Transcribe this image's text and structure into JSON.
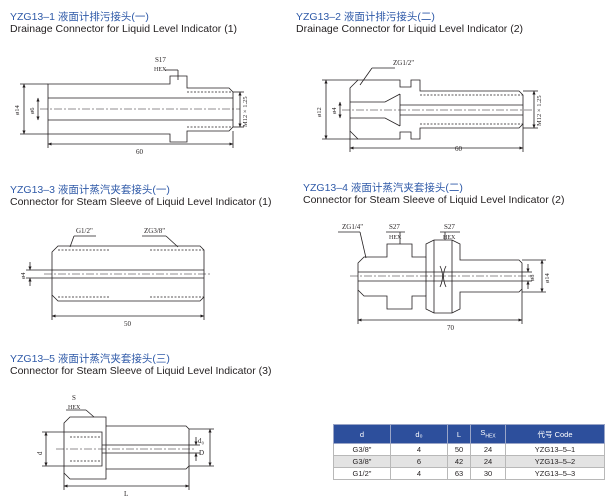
{
  "sections": [
    {
      "title": "YZG13–1 液面计排污接头(一)",
      "subtitle": "Drainage Connector for Liquid Level Indicator (1)"
    },
    {
      "title": "YZG13–2 液面计排污接头(二)",
      "subtitle": "Drainage Connector for Liquid Level Indicator (2)"
    },
    {
      "title": "YZG13–3 液面计蒸汽夹套接头(一)",
      "subtitle": "Connector for Steam Sleeve of Liquid Level Indicator (1)"
    },
    {
      "title": "YZG13–4 液面计蒸汽夹套接头(二)",
      "subtitle": "Connector for Steam Sleeve of Liquid Level Indicator (2)"
    },
    {
      "title": "YZG13–5 液面计蒸汽夹套接头(三)",
      "subtitle": "Connector for Steam Sleeve of Liquid Level Indicator (3)"
    }
  ],
  "drawing1": {
    "hex": "S17",
    "hex_word": "HEX",
    "outer_dia": "ø14",
    "inner_dia": "ø6",
    "thread": "M12 × 1.25",
    "length": "60"
  },
  "drawing2": {
    "pipe_thread": "ZG1/2\"",
    "outer_dia": "ø12",
    "inner_dia": "ø4",
    "thread": "M12 × 1.25",
    "length": "60"
  },
  "drawing3": {
    "thread_left": "G1/2\"",
    "thread_right": "ZG3/8\"",
    "bore": "ø4",
    "length": "50"
  },
  "drawing4": {
    "pipe_thread": "ZG1/4\"",
    "hex_left": "S27",
    "hex_right": "S27",
    "hex_word": "HEX",
    "inner_dia": "ø8",
    "outer_dia": "ø14",
    "length": "70"
  },
  "drawing5": {
    "hex": "S",
    "hex_word": "HEX",
    "d": "d",
    "d0": "d₀",
    "D": "D",
    "L": "L"
  },
  "table": {
    "headers": [
      "d",
      "d₀",
      "L",
      "S",
      "代号 Code"
    ],
    "hex_sub": "HEX",
    "rows": [
      [
        "G3/8\"",
        "4",
        "50",
        "24",
        "YZG13–5–1"
      ],
      [
        "G3/8\"",
        "6",
        "42",
        "24",
        "YZG13–5–2"
      ],
      [
        "G1/2\"",
        "4",
        "63",
        "30",
        "YZG13–5–3"
      ]
    ]
  }
}
